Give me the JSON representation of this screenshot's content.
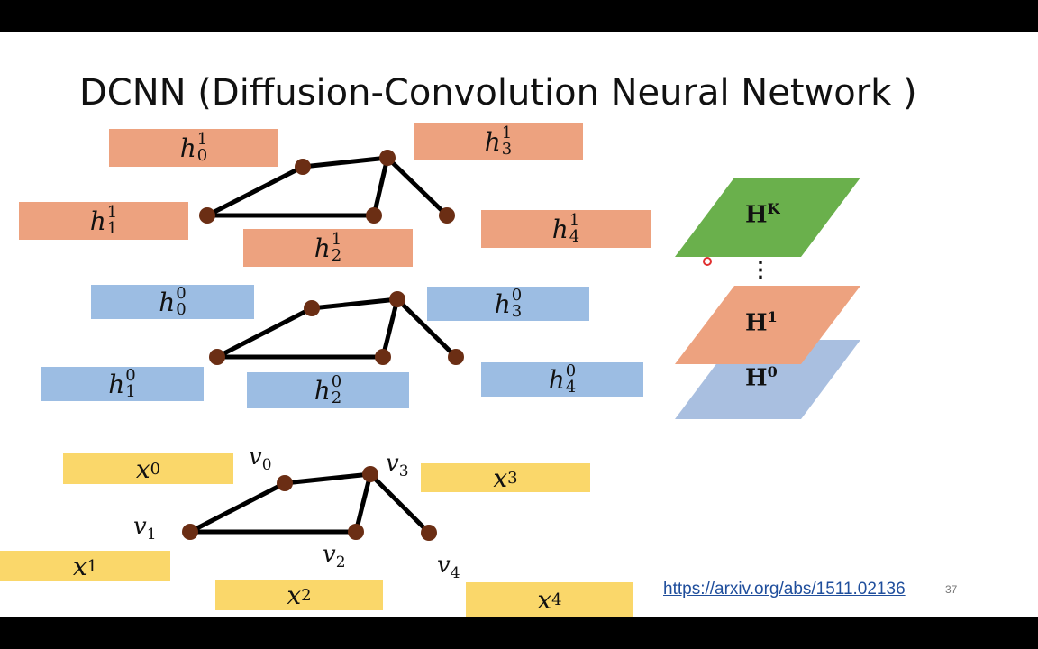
{
  "slide": {
    "title": "DCNN (Diffusion-Convolution Neural Network )",
    "page_number": "37",
    "link": "https://arxiv.org/abs/1511.02136"
  },
  "layer1_boxes": [
    {
      "base": "h",
      "sup": "1",
      "sub": "0"
    },
    {
      "base": "h",
      "sup": "1",
      "sub": "1"
    },
    {
      "base": "h",
      "sup": "1",
      "sub": "2"
    },
    {
      "base": "h",
      "sup": "1",
      "sub": "3"
    },
    {
      "base": "h",
      "sup": "1",
      "sub": "4"
    }
  ],
  "layer0_boxes": [
    {
      "base": "h",
      "sup": "0",
      "sub": "0"
    },
    {
      "base": "h",
      "sup": "0",
      "sub": "1"
    },
    {
      "base": "h",
      "sup": "0",
      "sub": "2"
    },
    {
      "base": "h",
      "sup": "0",
      "sub": "3"
    },
    {
      "base": "h",
      "sup": "0",
      "sub": "4"
    }
  ],
  "input_boxes": [
    {
      "base": "x",
      "sub": "0"
    },
    {
      "base": "x",
      "sub": "1"
    },
    {
      "base": "x",
      "sub": "2"
    },
    {
      "base": "x",
      "sub": "3"
    },
    {
      "base": "x",
      "sub": "4"
    }
  ],
  "node_labels": [
    {
      "base": "v",
      "sub": "0"
    },
    {
      "base": "v",
      "sub": "1"
    },
    {
      "base": "v",
      "sub": "2"
    },
    {
      "base": "v",
      "sub": "3"
    },
    {
      "base": "v",
      "sub": "4"
    }
  ],
  "layers": [
    {
      "base": "H",
      "sup": "K",
      "color": "#6AB04C"
    },
    {
      "base": "H",
      "sup": "1",
      "color": "#EDA27F"
    },
    {
      "base": "H",
      "sup": "0",
      "color": "#A9BFE0"
    }
  ],
  "ellipsis": "⋮",
  "colors": {
    "orange": "#EDA27F",
    "blue": "#9CBDE3",
    "yellow": "#FAD76A",
    "node": "#6B2E14",
    "edge": "#000000",
    "link": "#1F4E9C"
  }
}
